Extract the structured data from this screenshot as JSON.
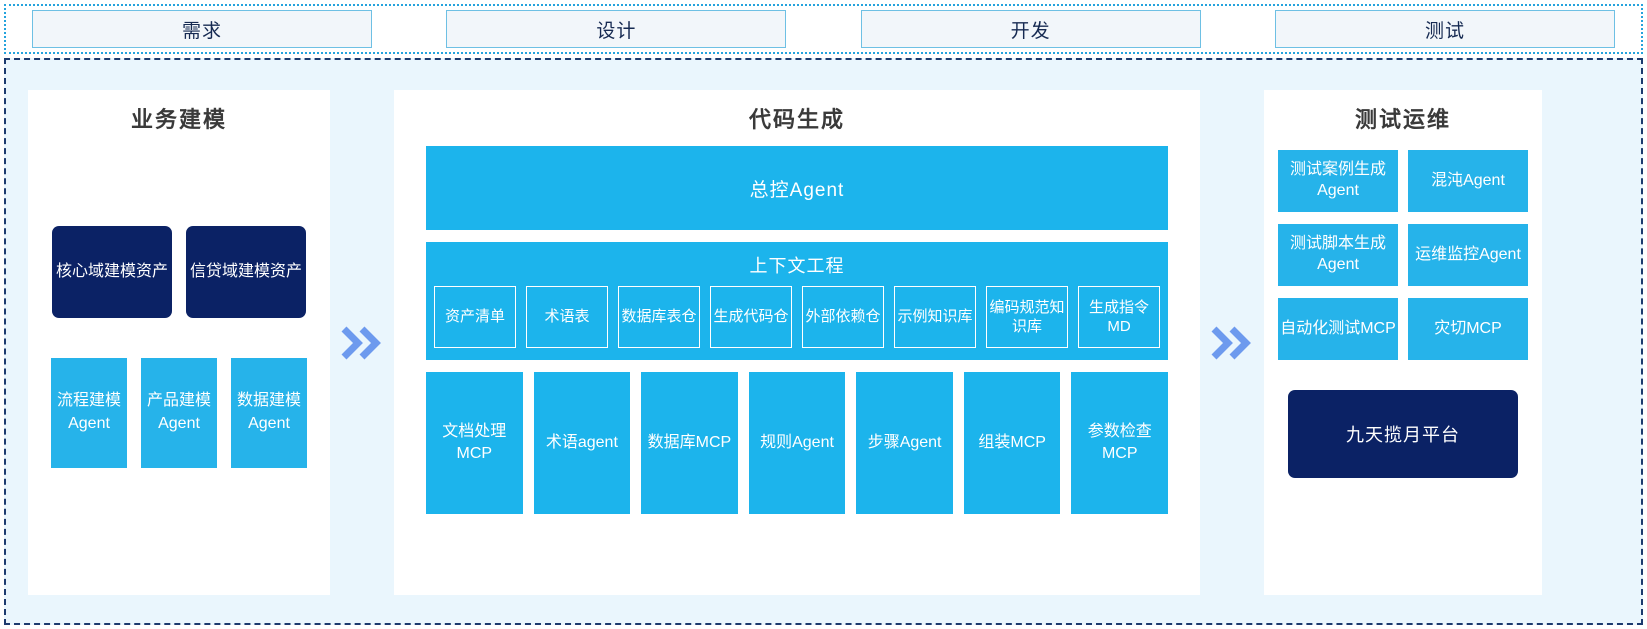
{
  "phases": [
    {
      "label": "需求"
    },
    {
      "label": "设计"
    },
    {
      "label": "开发"
    },
    {
      "label": "测试"
    }
  ],
  "colors": {
    "cyan": "#1cb4ec",
    "cyan_light": "#26b3ea",
    "navy": "#0b2265",
    "board_bg": "#eaf6fd",
    "board_border": "#1c3a6e",
    "strip_border": "#24a3dd",
    "chevron": "#6d9aee",
    "phase_fill": "#f2f6fa",
    "phase_border": "#6ec0e4",
    "title_text": "#3a3a3a"
  },
  "left_panel": {
    "title": "业务建模",
    "assets": [
      {
        "label": "核心域建模资产"
      },
      {
        "label": "信贷域建模资产"
      }
    ],
    "agents": [
      {
        "label": "流程建模Agent"
      },
      {
        "label": "产品建模Agent"
      },
      {
        "label": "数据建模Agent"
      }
    ]
  },
  "connector": {
    "icon": "double-chevron-right"
  },
  "center_panel": {
    "title": "代码生成",
    "banner": "总控Agent",
    "context": {
      "title": "上下文工程",
      "items": [
        {
          "label": "资产清单"
        },
        {
          "label": "术语表"
        },
        {
          "label": "数据库表仓"
        },
        {
          "label": "生成代码仓"
        },
        {
          "label": "外部依赖仓"
        },
        {
          "label": "示例知识库"
        },
        {
          "label": "编码规范知识库"
        },
        {
          "label": "生成指令MD"
        }
      ]
    },
    "tools": [
      {
        "label": "文档处理MCP"
      },
      {
        "label": "术语agent"
      },
      {
        "label": "数据库MCP"
      },
      {
        "label": "规则Agent"
      },
      {
        "label": "步骤Agent"
      },
      {
        "label": "组装MCP"
      },
      {
        "label": "参数检查MCP"
      }
    ]
  },
  "right_panel": {
    "title": "测试运维",
    "cards": [
      {
        "label": "测试案例生成Agent"
      },
      {
        "label": "混沌Agent"
      },
      {
        "label": "测试脚本生成Agent"
      },
      {
        "label": "运维监控Agent"
      },
      {
        "label": "自动化测试MCP"
      },
      {
        "label": "灾切MCP"
      }
    ],
    "platform": "九天揽月平台"
  }
}
